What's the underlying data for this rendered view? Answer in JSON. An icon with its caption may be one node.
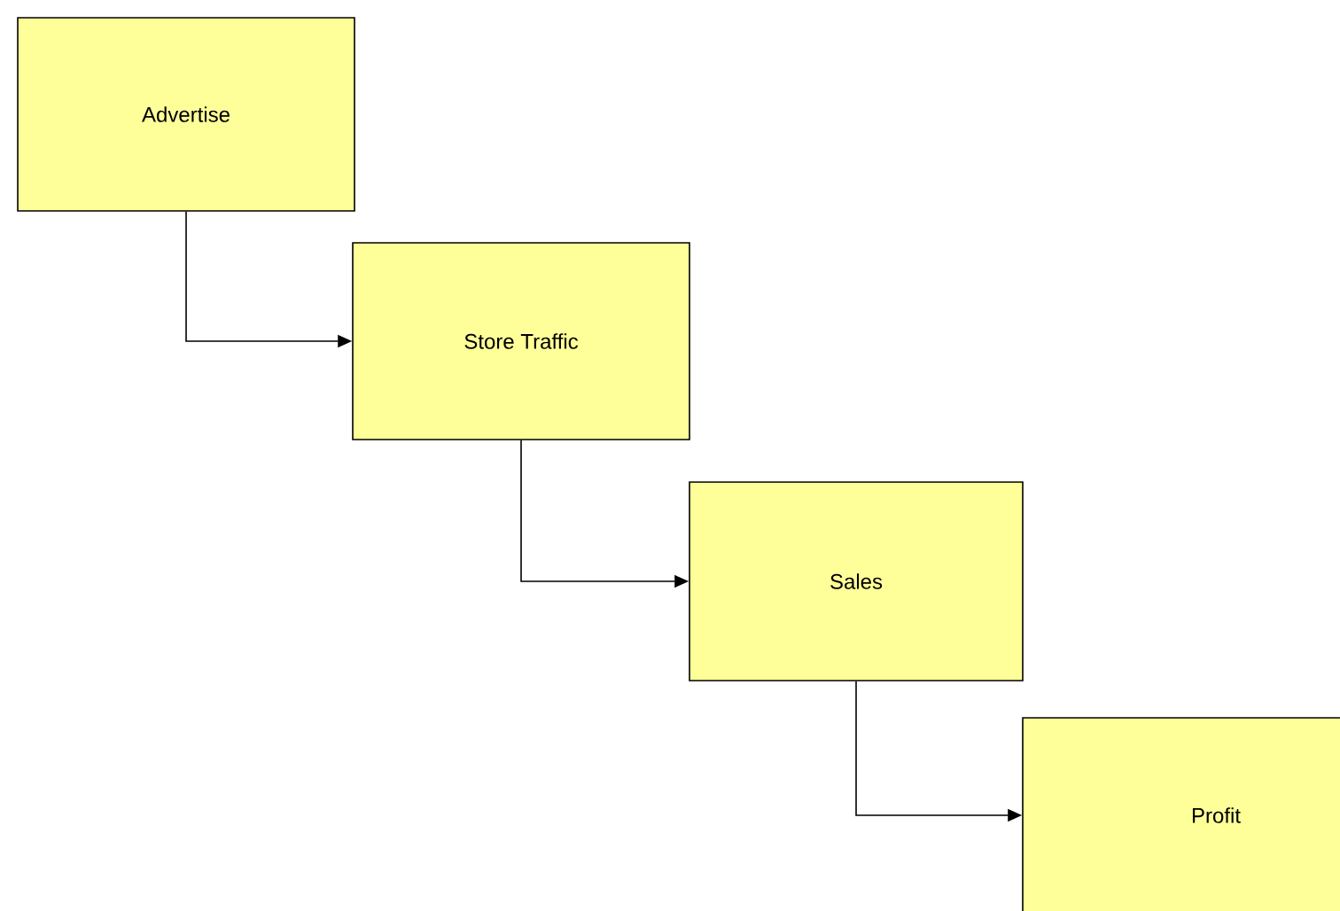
{
  "diagram": {
    "nodes": [
      {
        "text": [
          "Advertise"
        ]
      },
      {
        "text": [
          "Store Traffic"
        ]
      },
      {
        "text": [
          "Sales"
        ]
      },
      {
        "text": [
          "Profit"
        ]
      }
    ],
    "edges": [
      {
        "from": 0,
        "to": 1,
        "arrow": "to"
      },
      {
        "from": 1,
        "to": 2,
        "arrow": "to"
      },
      {
        "from": 2,
        "to": 3,
        "arrow": "to"
      }
    ]
  }
}
